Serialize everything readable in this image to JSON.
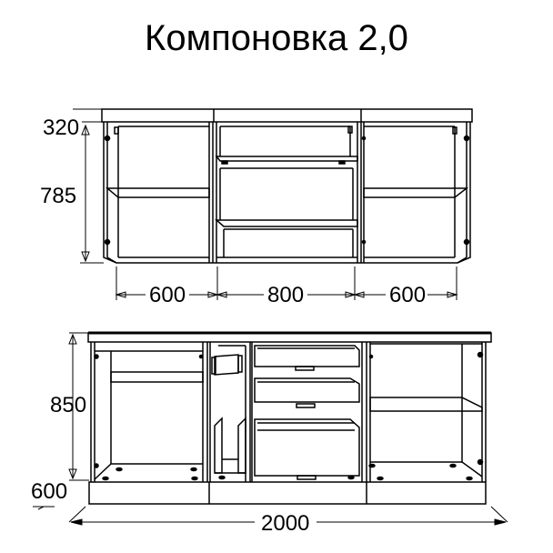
{
  "title": "Компоновка 2,0",
  "upper_row": {
    "depth_label": "320",
    "height_label": "785",
    "width_labels": [
      "600",
      "800",
      "600"
    ],
    "modules": [
      {
        "type": "wall-cabinet-open-door",
        "width": "600",
        "shelves": 1
      },
      {
        "type": "wall-cabinet-lift-up",
        "width": "800",
        "shelves": 2
      },
      {
        "type": "wall-cabinet-open-door",
        "width": "600",
        "shelves": 1
      }
    ]
  },
  "lower_row": {
    "height_label": "850",
    "depth_label": "600",
    "total_width_label": "2000",
    "modules": [
      {
        "type": "base-cabinet-sink",
        "width": "600"
      },
      {
        "type": "base-cabinet-pullout",
        "width": "200"
      },
      {
        "type": "base-cabinet-drawers",
        "width": "600",
        "drawers": 3
      },
      {
        "type": "base-cabinet-shelf",
        "width": "600",
        "shelves": 1
      }
    ]
  },
  "colors": {
    "line": "#000000",
    "background": "#ffffff"
  }
}
